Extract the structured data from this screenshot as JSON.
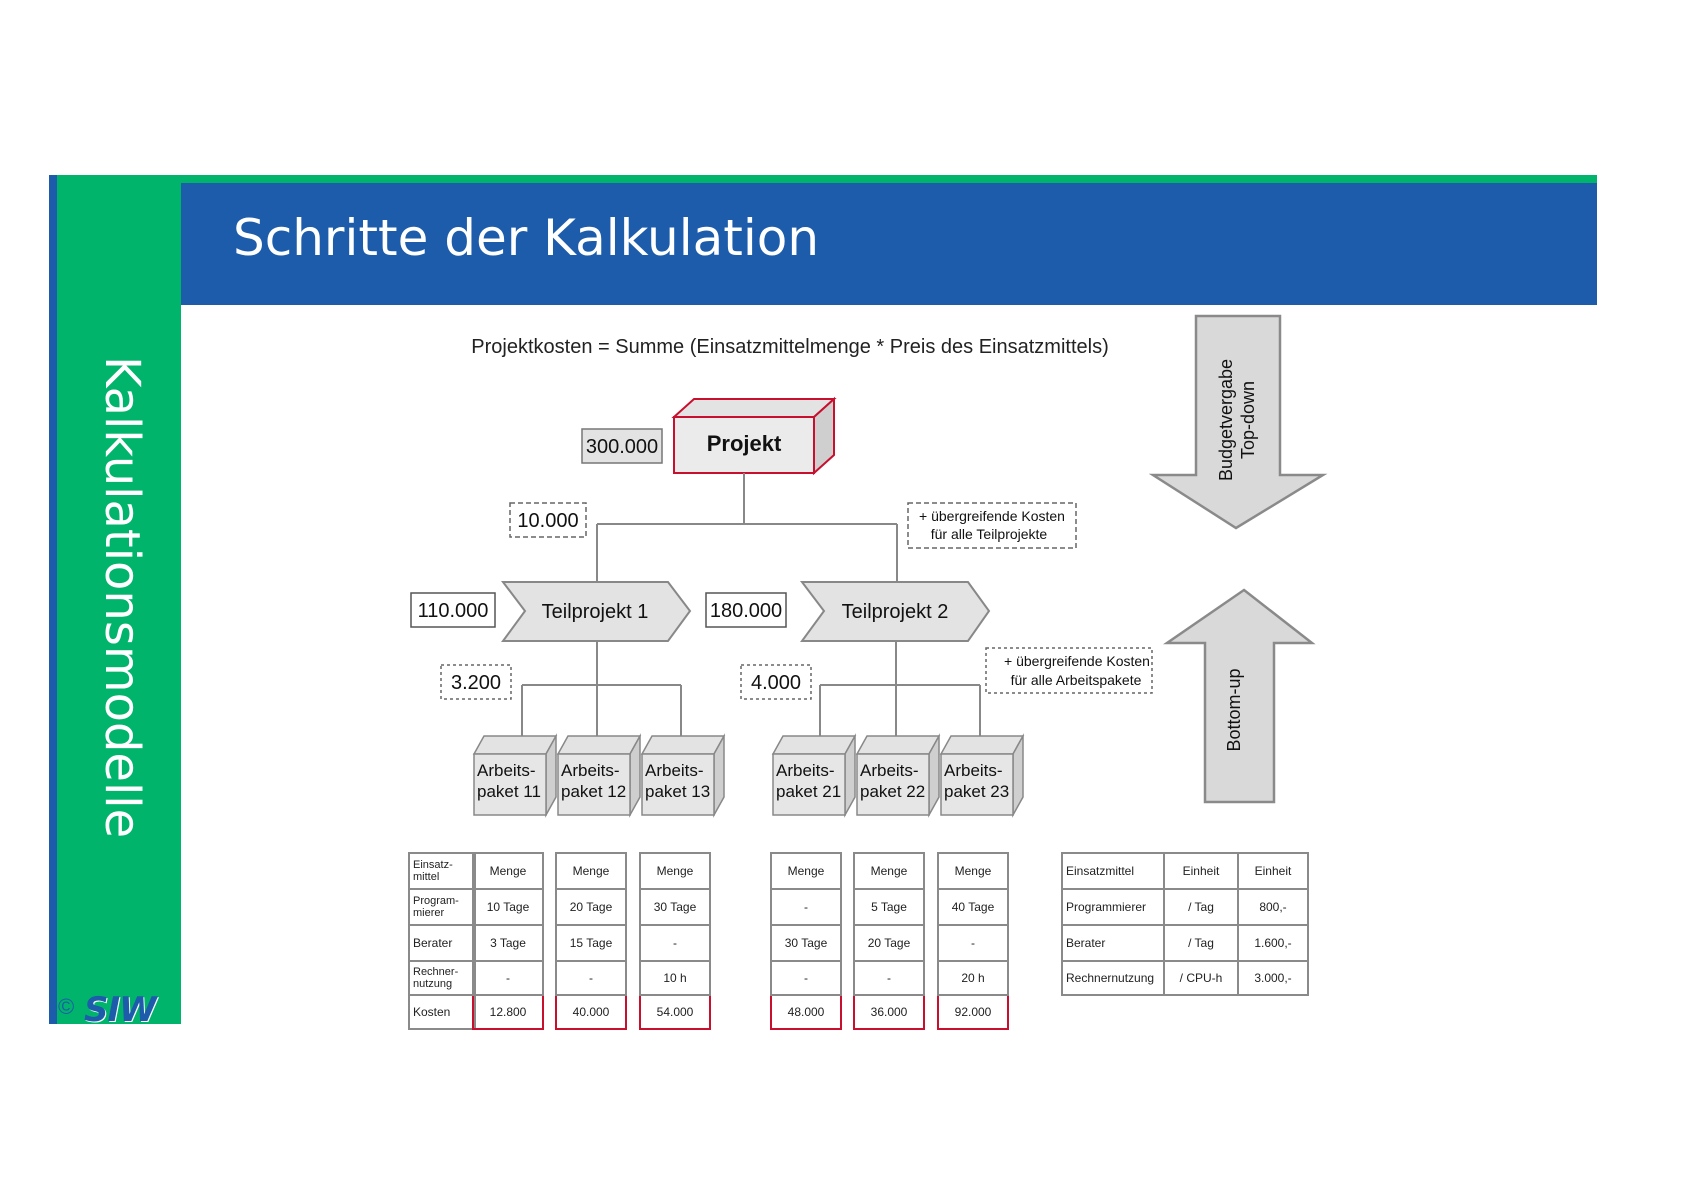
{
  "sidebar": {
    "title": "Kalkulationsmodelle"
  },
  "header": {
    "title": "Schritte der Kalkulation"
  },
  "logo": {
    "copyright": "©",
    "text": "SIW"
  },
  "diagram": {
    "formula": "Projektkosten = Summe (Einsatzmittelmenge * Preis des Einsatzmittels)",
    "projekt": {
      "label": "Projekt",
      "value": "300.000"
    },
    "overall_overhead": {
      "value": "10.000",
      "note_line1": "+ übergreifende Kosten",
      "note_line2": "für alle Teilprojekte"
    },
    "teilprojekt1": {
      "label": "Teilprojekt 1",
      "value": "110.000",
      "overhead": "3.200"
    },
    "teilprojekt2": {
      "label": "Teilprojekt 2",
      "value": "180.000",
      "overhead": "4.000",
      "note_line1": "+ übergreifende Kosten",
      "note_line2": "für alle Arbeitspakete"
    },
    "packages": [
      {
        "line1": "Arbeits-",
        "line2": "paket 11"
      },
      {
        "line1": "Arbeits-",
        "line2": "paket 12"
      },
      {
        "line1": "Arbeits-",
        "line2": "paket 13"
      },
      {
        "line1": "Arbeits-",
        "line2": "paket 21"
      },
      {
        "line1": "Arbeits-",
        "line2": "paket 22"
      },
      {
        "line1": "Arbeits-",
        "line2": "paket 23"
      }
    ],
    "arrow_down": {
      "line1": "Budgetvergabe",
      "line2": "Top-down"
    },
    "arrow_up": {
      "label": "Bottom-up"
    }
  },
  "cost_tables": {
    "row_labels": {
      "header_1": "Einsatz-",
      "header_2": "mittel",
      "prog_1": "Program-",
      "prog_2": "mierer",
      "berater": "Berater",
      "rech_1": "Rechner-",
      "rech_2": "nutzung",
      "kosten": "Kosten"
    },
    "columns": [
      {
        "header": "Menge",
        "prog": "10 Tage",
        "berater": "3 Tage",
        "rech": "-",
        "kosten": "12.800"
      },
      {
        "header": "Menge",
        "prog": "20 Tage",
        "berater": "15 Tage",
        "rech": "-",
        "kosten": "40.000"
      },
      {
        "header": "Menge",
        "prog": "30 Tage",
        "berater": "-",
        "rech": "10 h",
        "kosten": "54.000"
      },
      {
        "header": "Menge",
        "prog": "-",
        "berater": "30 Tage",
        "rech": "-",
        "kosten": "48.000"
      },
      {
        "header": "Menge",
        "prog": "5 Tage",
        "berater": "20 Tage",
        "rech": "-",
        "kosten": "36.000"
      },
      {
        "header": "Menge",
        "prog": "40 Tage",
        "berater": "-",
        "rech": "20 h",
        "kosten": "92.000"
      }
    ]
  },
  "price_table": {
    "headers": [
      "Einsatzmittel",
      "Einheit",
      "Einheit"
    ],
    "rows": [
      [
        "Programmierer",
        "/ Tag",
        "800,-"
      ],
      [
        "Berater",
        "/ Tag",
        "1.600,-"
      ],
      [
        "Rechnernutzung",
        "/ CPU-h",
        "3.000,-"
      ]
    ]
  }
}
